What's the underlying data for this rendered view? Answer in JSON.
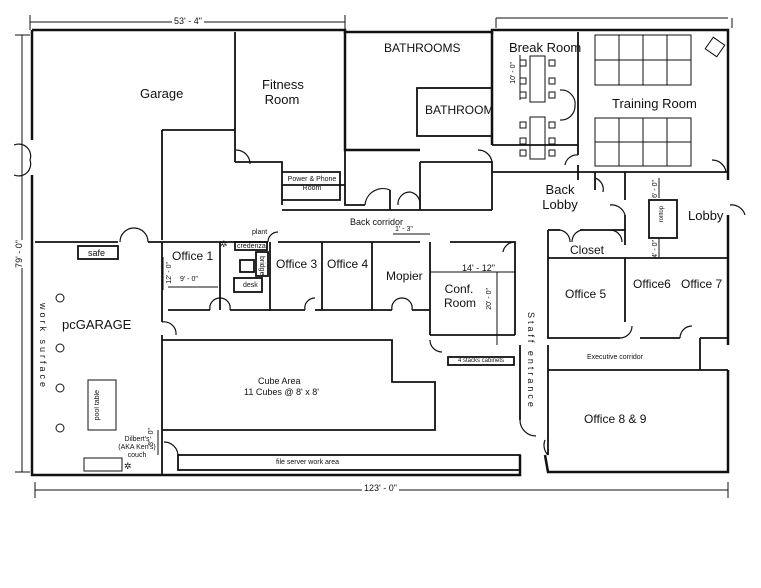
{
  "dimensions": {
    "top_width": "53' - 4\"",
    "left_height": "79' - 0\"",
    "bottom_width": "123' - 0\"",
    "break_room": "10' - 0\"",
    "lobby_top": "6' - 0\"",
    "lobby_bottom": "4' - 0\"",
    "office1_width": "9' - 0\"",
    "office1_height": "12' - 0\"",
    "back_corridor_gap": "1' - 3\"",
    "conf_width": "14' - 12\"",
    "conf_height": "20' - 0\"",
    "couch_area": "3' - 0\""
  },
  "rooms": {
    "garage": "Garage",
    "fitness_room": "Fitness Room",
    "bathrooms": "BATHROOMS",
    "bathroom": "BATHROOM",
    "break_room": "Break Room",
    "training_room": "Training Room",
    "power_phone": "Power & Phone Room",
    "back_corridor": "Back corridor",
    "back_lobby": "Back Lobby",
    "lobby": "Lobby",
    "closet": "Closet",
    "safe": "safe",
    "office1": "Office 1",
    "office3": "Office 3",
    "office4": "Office 4",
    "mopier": "Mopier",
    "conf_room": "Conf. Room",
    "office5": "Office 5",
    "office6": "Office6",
    "office7": "Office 7",
    "executive_corridor": "Executive corridor",
    "office89": "Office 8 & 9",
    "pcgarage": "pcGARAGE",
    "cube_area": "Cube Area",
    "cube_detail": "11 Cubes @ 8' x 8'",
    "file_server": "file server work area",
    "staff_entrance": "Staff entrance",
    "work_surface": "work surface"
  },
  "furniture": {
    "plant": "plant",
    "credenza": "credenza",
    "bridge": "bridge",
    "desk": "desk",
    "pool_table": "pool table",
    "dilbert_couch": "Dilbert's (AKA Ken's) couch",
    "stack_cabinets": "4 stacks cabinets",
    "rolltop": "rolltop"
  }
}
